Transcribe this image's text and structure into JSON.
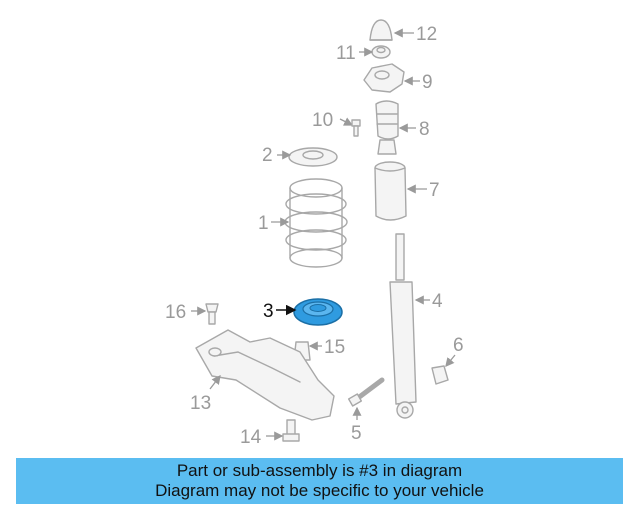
{
  "diagram": {
    "highlight_color": "#2f9be0",
    "callouts": {
      "c1": "1",
      "c2": "2",
      "c3": "3",
      "c4": "4",
      "c5": "5",
      "c6": "6",
      "c7": "7",
      "c8": "8",
      "c9": "9",
      "c10": "10",
      "c11": "11",
      "c12": "12",
      "c13": "13",
      "c14": "14",
      "c15": "15",
      "c16": "16"
    }
  },
  "banner": {
    "line1": "Part or sub-assembly is #3 in diagram",
    "line2": "Diagram may not be specific to your vehicle",
    "background": "#5bbdf1"
  }
}
